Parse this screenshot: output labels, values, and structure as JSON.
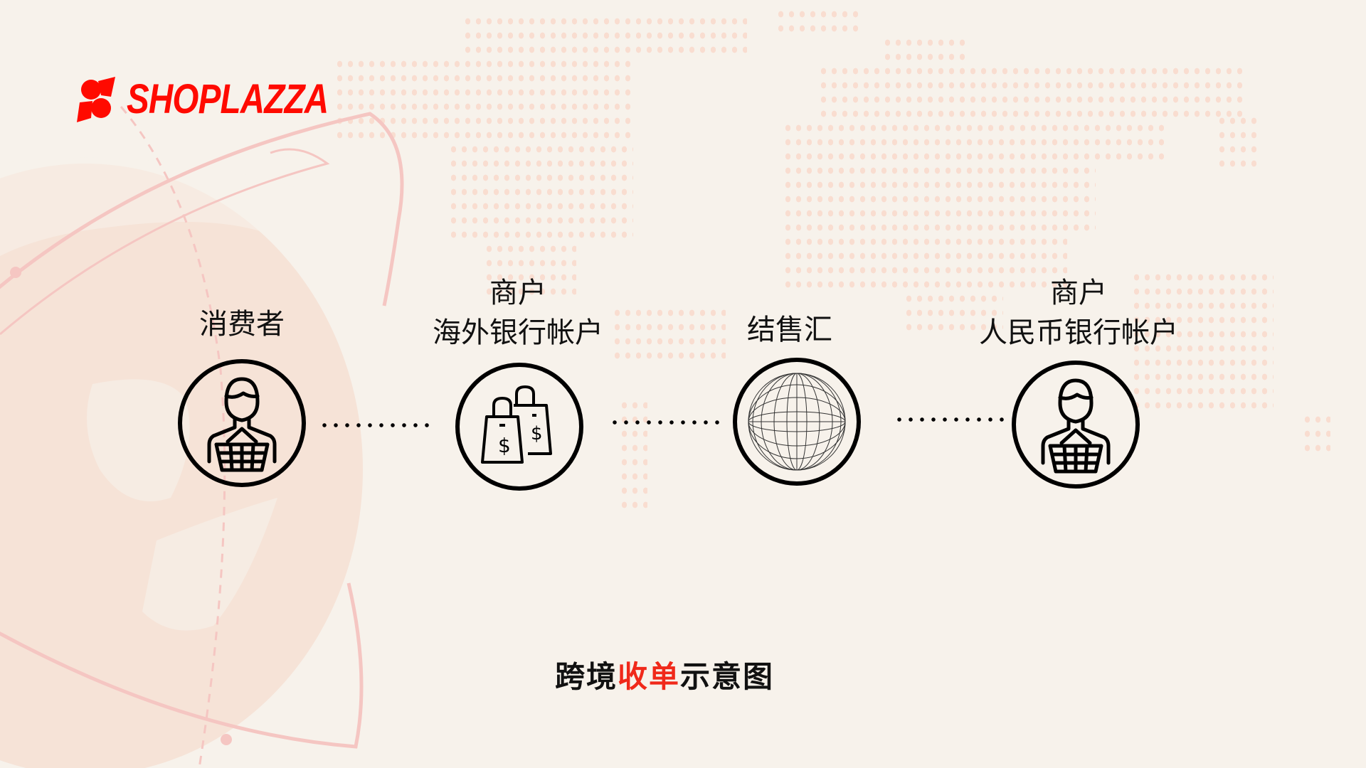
{
  "brand": {
    "name": "SHOPLAZZA",
    "color": "#FF0A00"
  },
  "colors": {
    "background": "#F7F2EB",
    "map_dots": "#F9DDD0",
    "globe_fill": "#F6E2D6",
    "orbit": "#F5C6C2",
    "accent": "#F0291A",
    "ink": "#111111"
  },
  "flow": {
    "nodes": [
      {
        "id": "consumer",
        "label_lines": [
          "消费者"
        ],
        "icon": "person-with-basket-icon"
      },
      {
        "id": "merchant-overseas",
        "label_lines": [
          "商户",
          "海外银行帐户"
        ],
        "icon": "shopping-bags-dollar-icon"
      },
      {
        "id": "fx-settlement",
        "label_lines": [
          "结售汇"
        ],
        "icon": "wireframe-globe-icon"
      },
      {
        "id": "merchant-rmb",
        "label_lines": [
          "商户",
          "人民币银行帐户"
        ],
        "icon": "person-with-basket-icon"
      }
    ],
    "connectors": [
      "dotted-line",
      "dotted-line",
      "dotted-line"
    ]
  },
  "caption": {
    "part1": "跨境",
    "highlight": "收单",
    "part2": "示意图"
  }
}
